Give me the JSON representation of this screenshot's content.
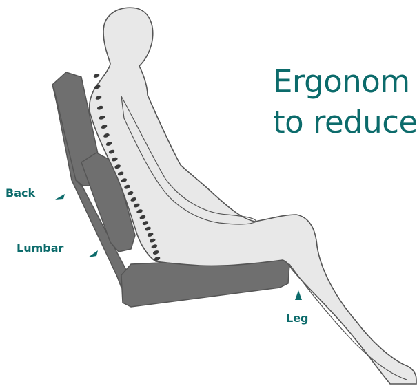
{
  "heading": {
    "line1": "Ergonom",
    "line2": "to reduce"
  },
  "labels": {
    "back": "Back",
    "lumbar": "Lumbar",
    "leg": "Leg"
  },
  "colors": {
    "accent": "#0c6b6b",
    "body_fill": "#e8e8e8",
    "seat_fill": "#6f6f6f",
    "outline": "#555555",
    "spine": "#3a3a3a"
  },
  "icons": {
    "pointer": "arrowhead"
  }
}
